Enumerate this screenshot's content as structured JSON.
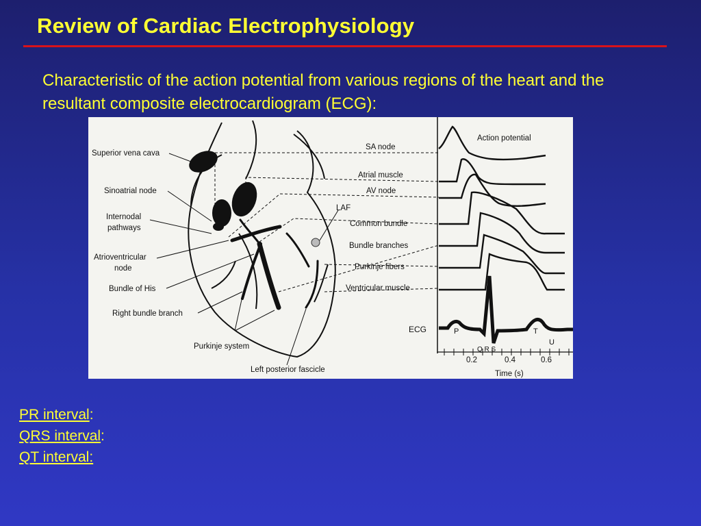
{
  "slide": {
    "title": "Review of Cardiac Electrophysiology",
    "subtitle": "Characteristic of the action potential from various regions of the heart and the resultant composite electrocardiogram (ECG):"
  },
  "figure": {
    "heart_labels": {
      "superior_vena_cava": "Superior vena cava",
      "sinoatrial_node": "Sinoatrial node",
      "internodal_1": "Internodal",
      "internodal_2": "pathways",
      "av_node_1": "Atrioventricular",
      "av_node_2": "node",
      "bundle_of_his": "Bundle of His",
      "right_bundle_branch": "Right bundle branch",
      "purkinje_system": "Purkinje system",
      "left_posterior_fascicle": "Left posterior fascicle",
      "laf": "LAF"
    },
    "regions": [
      "SA node",
      "Atrial muscle",
      "AV node",
      "Common bundle",
      "Bundle branches",
      "Purkinje fibers",
      "Ventricular muscle"
    ],
    "action_potential_label": "Action potential",
    "ecg": {
      "label": "ECG",
      "waves": {
        "p": "P",
        "qrs": "Q R S",
        "t": "T",
        "u": "U"
      },
      "time_axis_label": "Time (s)",
      "time_ticks": [
        "0.2",
        "0.4",
        "0.6"
      ]
    }
  },
  "links": {
    "pr_interval": "PR interval",
    "qrs_interval": "QRS interval",
    "qt_interval": "QT interval:",
    "colon": ":"
  },
  "colors": {
    "title_text": "#ffff33",
    "rule": "#d8121a",
    "background": "#2631a6"
  }
}
